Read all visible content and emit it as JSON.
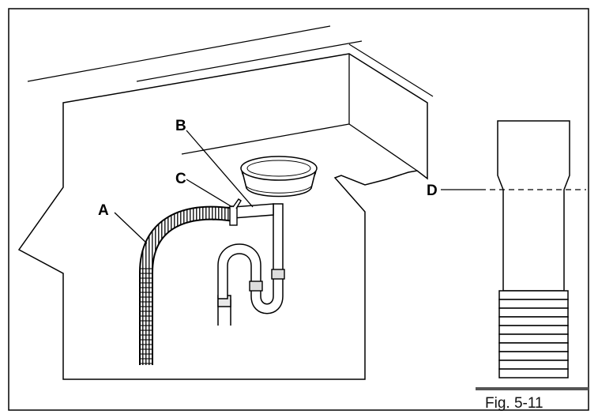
{
  "figure": {
    "caption": "Fig. 5-11",
    "labels": {
      "a": "A",
      "b": "B",
      "c": "C",
      "d": "D"
    }
  }
}
